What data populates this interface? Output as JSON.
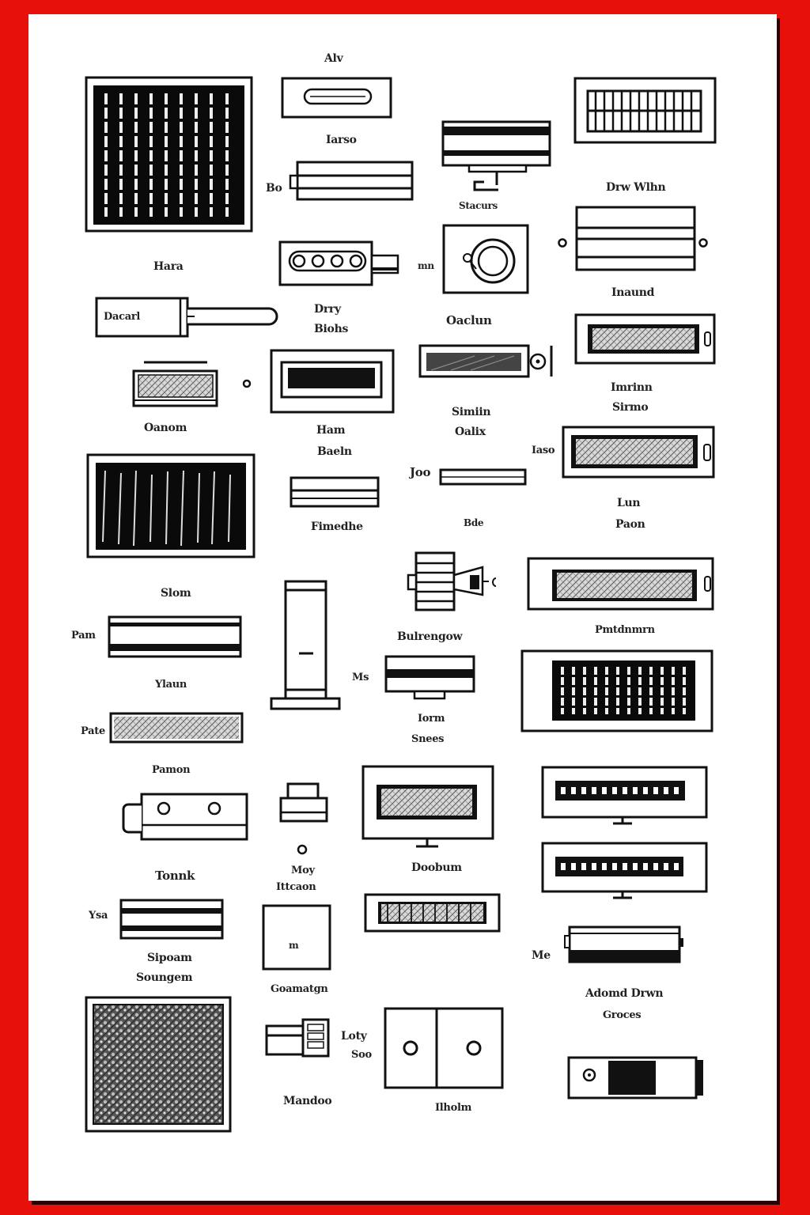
{
  "colors": {
    "background": "#e8100b",
    "sheet": "#ffffff",
    "ink": "#111111"
  },
  "labels": {
    "l01": "Alv",
    "l02": "Iarso",
    "l03": "Bo",
    "l04": "Stacurs",
    "l05": "Drw Wlhn",
    "l06": "Hara",
    "l07": "mn",
    "l08": "Dacarl",
    "l09": "Drry",
    "l10": "Biohs",
    "l11": "Oaclun",
    "l12": "Inaund",
    "l13": "Imrinn",
    "l14": "Sirmo",
    "l15": "Oanom",
    "l16": "Ham",
    "l17": "Baeln",
    "l18": "Simiin",
    "l19": "Oalix",
    "l20": "Iaso",
    "l21": "Joo",
    "l22": "Fimedhe",
    "l23": "Bde",
    "l24": "Lun",
    "l25": "Paon",
    "l26": "Slom",
    "l27": "Pam",
    "l28": "Bulrengow",
    "l29": "Pmtdnmrn",
    "l30": "Ms",
    "l31": "Ylaun",
    "l32": "Iorm",
    "l33": "Snees",
    "l34": "Pate",
    "l35": "Pamon",
    "l36": "Tonnk",
    "l37": "Moy",
    "l38": "Ittcaon",
    "l39": "Doobum",
    "l40": "Ysa",
    "l41": "Sipoam",
    "l42": "Soungem",
    "l43": "Me",
    "l44": "Goamatgn",
    "l45": "Adomd Drwn",
    "l46": "Groces",
    "l47": "Loty",
    "l48": "Soo",
    "l49": "Mandoo",
    "l50": "Ilholm",
    "l51": "m"
  }
}
